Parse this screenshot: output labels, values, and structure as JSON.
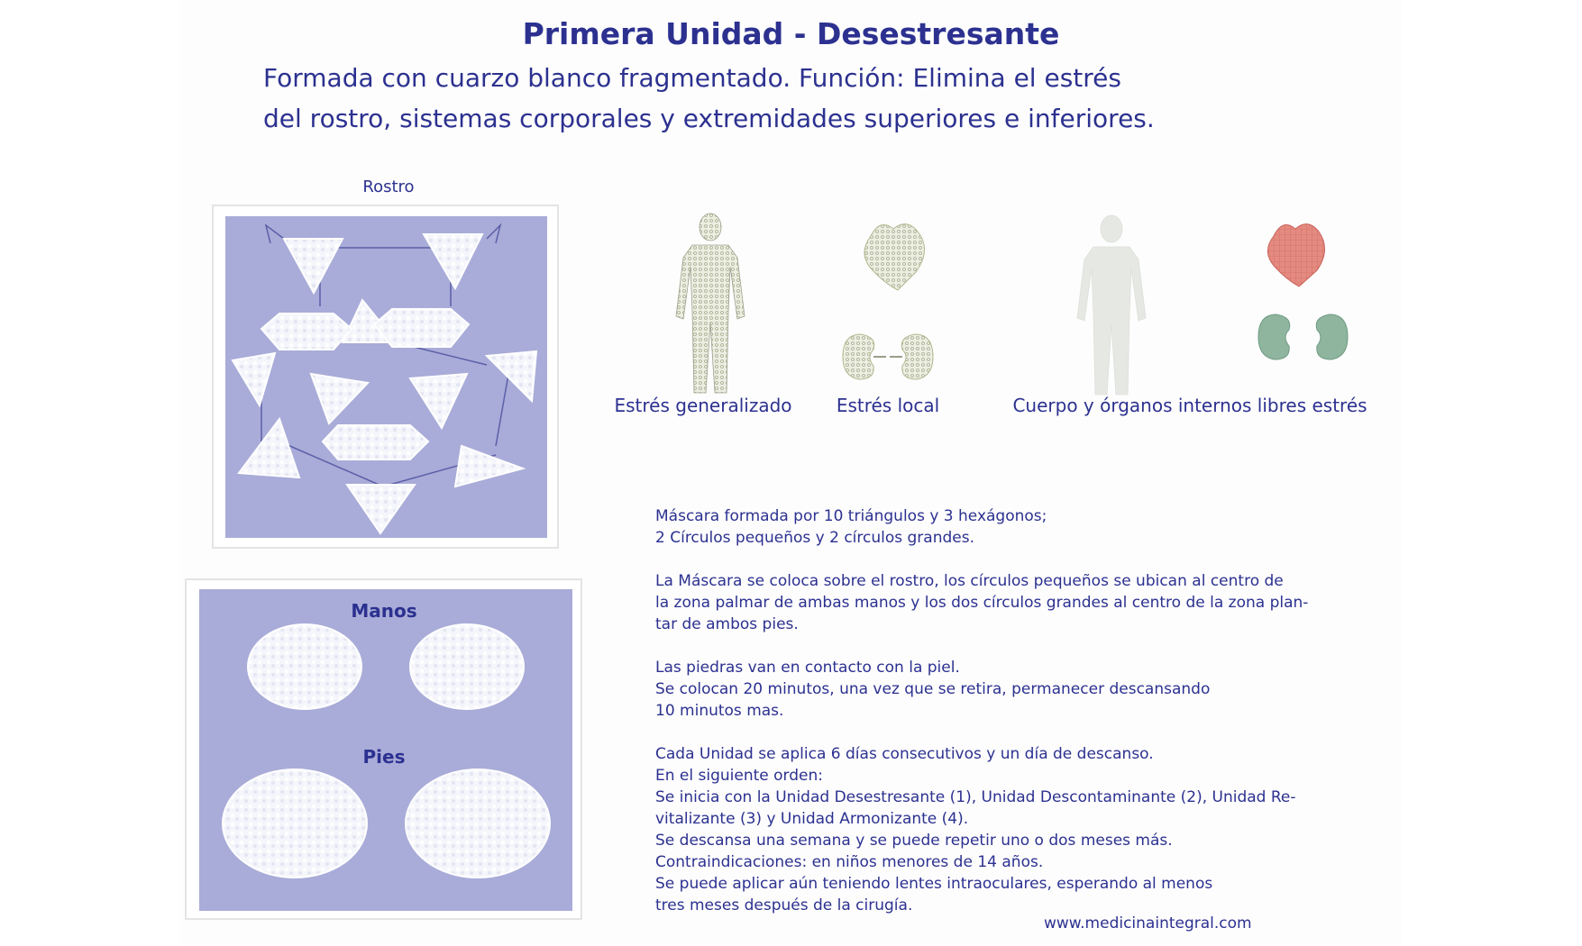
{
  "header": {
    "title": "Primera Unidad - Desestresante",
    "subtitle_line1": "Formada con cuarzo blanco fragmentado. Función: Elimina el estrés",
    "subtitle_line2": "del rostro, sistemas corporales y extremidades superiores e inferiores."
  },
  "panels": {
    "rostro_label": "Rostro",
    "manos_label": "Manos",
    "pies_label": "Pies"
  },
  "figures": {
    "generalizado": "Estrés generalizado",
    "local": "Estrés local",
    "libres": "Cuerpo y órganos internos libres estrés"
  },
  "info": {
    "p1": [
      "Máscara formada por 10 triángulos y 3 hexágonos;",
      "2 Círculos pequeños y 2 círculos grandes."
    ],
    "p2": [
      "La Máscara se coloca sobre el rostro, los círculos pequeños se ubican al centro de",
      "la zona palmar de ambas manos y los dos círculos grandes al centro de la zona plan-",
      "tar de ambos pies."
    ],
    "p3": [
      "Las piedras van en contacto con la piel.",
      "Se colocan 20 minutos, una vez que se retira, permanecer descansando",
      "10 minutos mas."
    ],
    "p4": [
      "Cada Unidad se aplica 6 días consecutivos y un día de descanso.",
      "En el siguiente orden:",
      "Se inicia con la Unidad Desestresante (1), Unidad Descontaminante (2), Unidad Re-",
      "vitalizante (3) y Unidad Armonizante (4).",
      "Se descansa una semana y se puede repetir uno o dos meses más.",
      "Contraindicaciones: en niños menores de 14 años.",
      "Se puede aplicar aún teniendo lentes intraoculares, esperando al menos",
      "tres meses después de la cirugía."
    ]
  },
  "website": "www.medicinaintegral.com",
  "colors": {
    "text": "#2c3190",
    "tile": "#a9acd8",
    "stone": "#ffffff",
    "body_grey": "#e6e8e4",
    "heart_red": "#e0837a",
    "kidney_green": "#8fb59e",
    "stressed": "#d8d9b4"
  }
}
